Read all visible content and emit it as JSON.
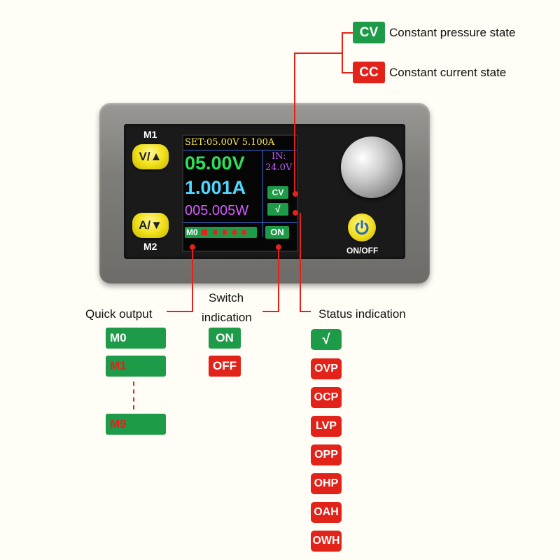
{
  "legend": {
    "cv_badge": "CV",
    "cv_text": "Constant pressure state",
    "cc_badge": "CC",
    "cc_text": "Constant current state"
  },
  "device": {
    "m1_label": "M1",
    "m2_label": "M2",
    "up_button": "V/▲",
    "down_button": "A/▼",
    "onoff_label": "ON/OFF",
    "screen": {
      "set_line": "SET:05.00V 5.100A",
      "voltage": "05.00V",
      "current": "1.001A",
      "power": "005.005W",
      "in_label": "IN:",
      "in_value": "24.0V",
      "mode_badge": "CV",
      "status_badge": "√",
      "switch_badge": "ON",
      "preset": "M0"
    }
  },
  "labels": {
    "quick_output": "Quick output",
    "switch_line1": "Switch",
    "switch_line2": "indication",
    "status_indication": "Status indication"
  },
  "quick_output_tags": [
    "M0",
    "M1",
    "M9"
  ],
  "switch_tags": [
    "ON",
    "OFF"
  ],
  "status_tags": [
    "√",
    "OVP",
    "OCP",
    "LVP",
    "OPP",
    "OHP",
    "OAH",
    "OWH"
  ],
  "colors": {
    "green": "#1e9b48",
    "red": "#e2231a",
    "yellow": "#f2e11c"
  }
}
